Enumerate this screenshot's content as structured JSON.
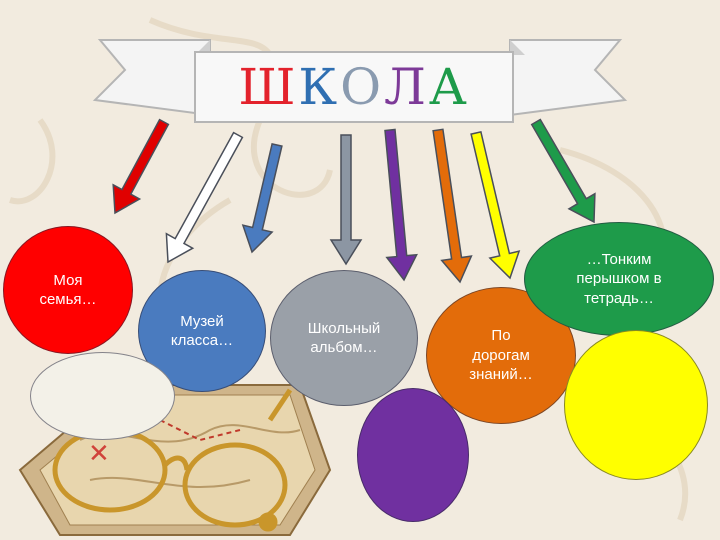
{
  "banner": {
    "title_letters": [
      {
        "ch": "Ш",
        "color": "#e3222c"
      },
      {
        "ch": "К",
        "color": "#2f6fb2"
      },
      {
        "ch": "О",
        "color": "#8a9bb0"
      },
      {
        "ch": "Л",
        "color": "#7d3a98"
      },
      {
        "ch": "А",
        "color": "#1e9b4a"
      }
    ]
  },
  "bubbles": [
    {
      "name": "bubble-moya-semya",
      "text": "Моя\nсемья…",
      "color": "#ff0000"
    },
    {
      "name": "bubble-muzei-klassa",
      "text": "Музей\nкласса…",
      "color": "#4a7bbf"
    },
    {
      "name": "bubble-shkolny-albom",
      "text": "Школьный\nальбом…",
      "color": "#9aa0a8"
    },
    {
      "name": "bubble-po-dorogam-znaniy",
      "text": "По\nдорогам\nзнаний…",
      "color": "#e36c0a"
    },
    {
      "name": "bubble-tonkim-perishkom",
      "text": "…Тонким\nперышком в\nтетрадь…",
      "color": "#1e9b4a"
    },
    {
      "name": "bubble-empty-white",
      "text": "",
      "color": "#f3f1e8"
    },
    {
      "name": "bubble-empty-purple",
      "text": "",
      "color": "#7030a0"
    },
    {
      "name": "bubble-empty-yellow",
      "text": "",
      "color": "#ffff00"
    }
  ],
  "arrows": [
    {
      "name": "arrow-red",
      "color": "#e00000"
    },
    {
      "name": "arrow-white",
      "color": "#ffffff"
    },
    {
      "name": "arrow-blue",
      "color": "#4a7bbf"
    },
    {
      "name": "arrow-gray",
      "color": "#8c96a3"
    },
    {
      "name": "arrow-purple",
      "color": "#7030a0"
    },
    {
      "name": "arrow-orange",
      "color": "#e36c0a"
    },
    {
      "name": "arrow-yellow",
      "color": "#ffff00"
    },
    {
      "name": "arrow-green",
      "color": "#1e9b4a"
    }
  ]
}
